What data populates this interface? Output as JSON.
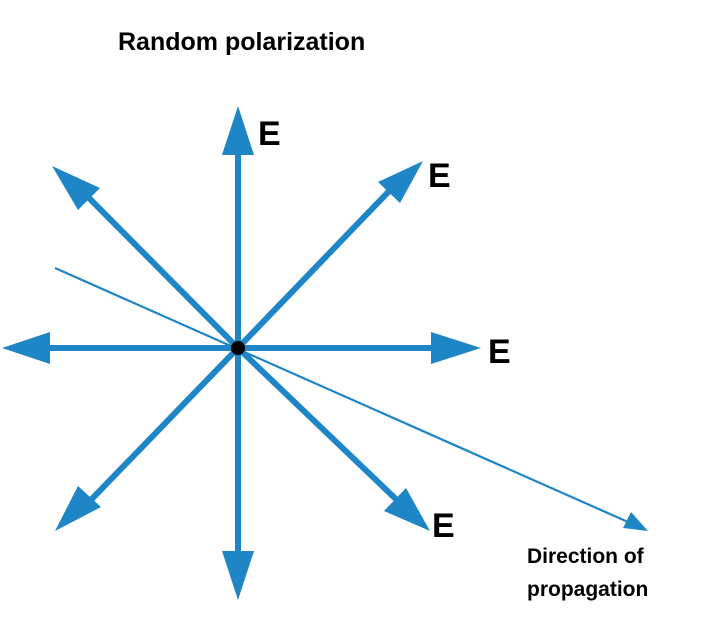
{
  "title": "Random polarization",
  "colors": {
    "arrow": "#1e86c6",
    "label": "#000000",
    "origin_dot": "#000000"
  },
  "field_label": "E",
  "propagation_label": {
    "line1": "Direction of",
    "line2": "propagation"
  }
}
